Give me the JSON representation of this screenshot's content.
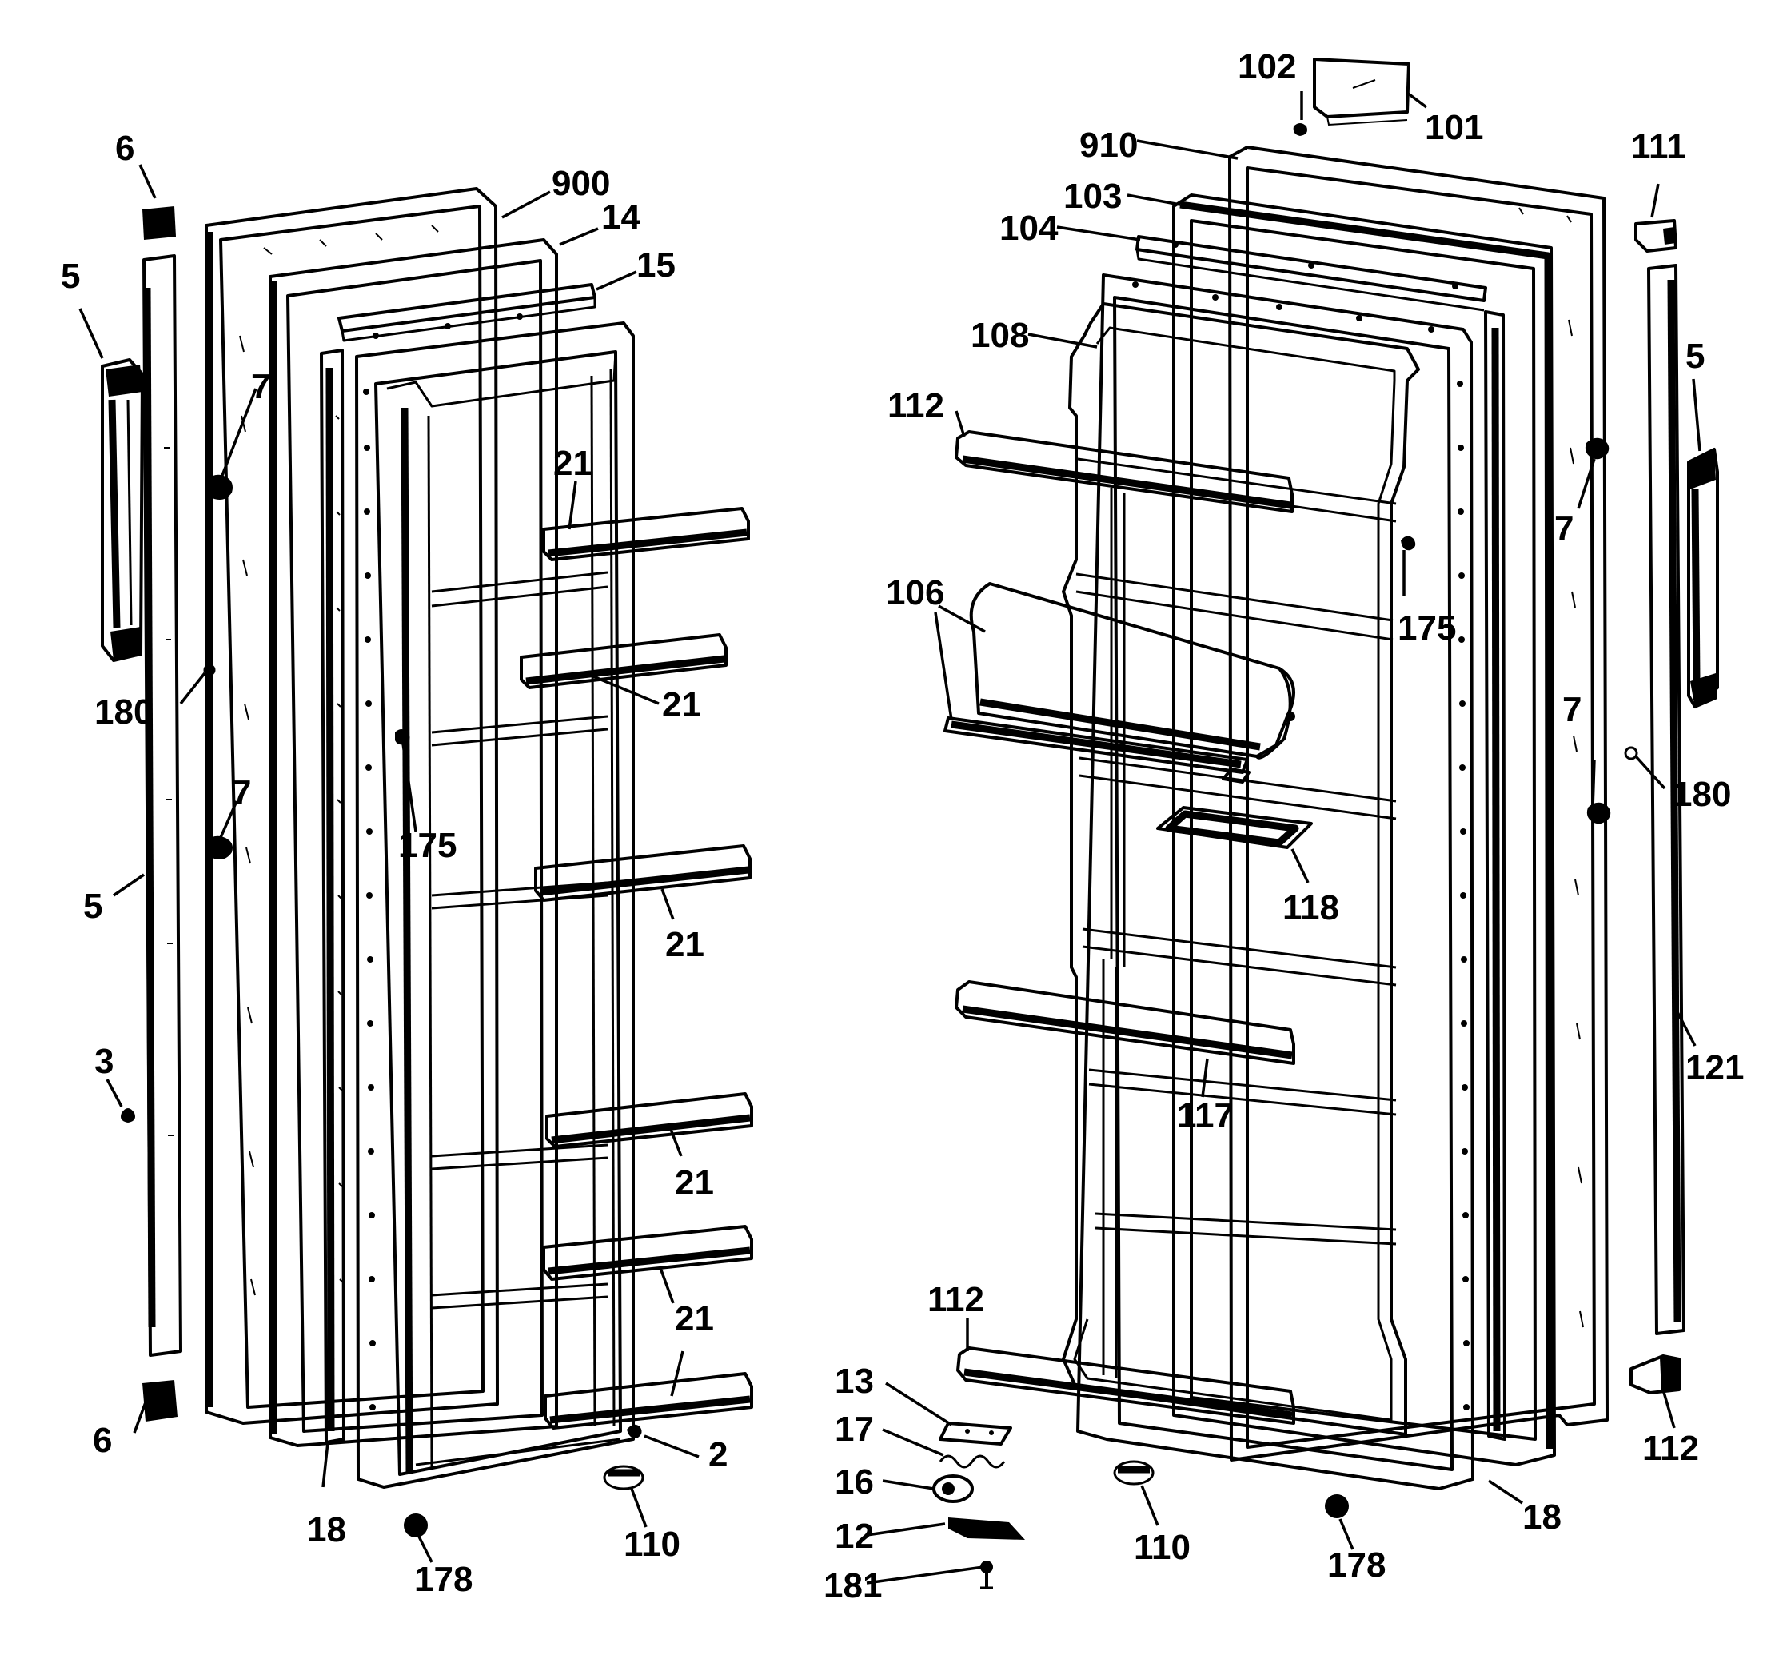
{
  "callouts": {
    "c6a": "6",
    "c6b": "6",
    "c5a": "5",
    "c5b": "5",
    "c5r": "5",
    "c7a": "7",
    "c7b": "7",
    "c7c": "7",
    "c7d": "7",
    "c180a": "180",
    "c180b": "180",
    "c3": "3",
    "c900": "900",
    "c14": "14",
    "c15": "15",
    "c21a": "21",
    "c21b": "21",
    "c21c": "21",
    "c21d": "21",
    "c21e": "21",
    "c175a": "175",
    "c175b": "175",
    "c18a": "18",
    "c18b": "18",
    "c178a": "178",
    "c178b": "178",
    "c110a": "110",
    "c110b": "110",
    "c2": "2",
    "c102": "102",
    "c101": "101",
    "c910": "910",
    "c103": "103",
    "c104": "104",
    "c111": "111",
    "c108": "108",
    "c112a": "112",
    "c112b": "112",
    "c112c": "112",
    "c106": "106",
    "c118": "118",
    "c117": "117",
    "c121": "121",
    "c13": "13",
    "c17": "17",
    "c16": "16",
    "c12": "12",
    "c181": "181"
  }
}
